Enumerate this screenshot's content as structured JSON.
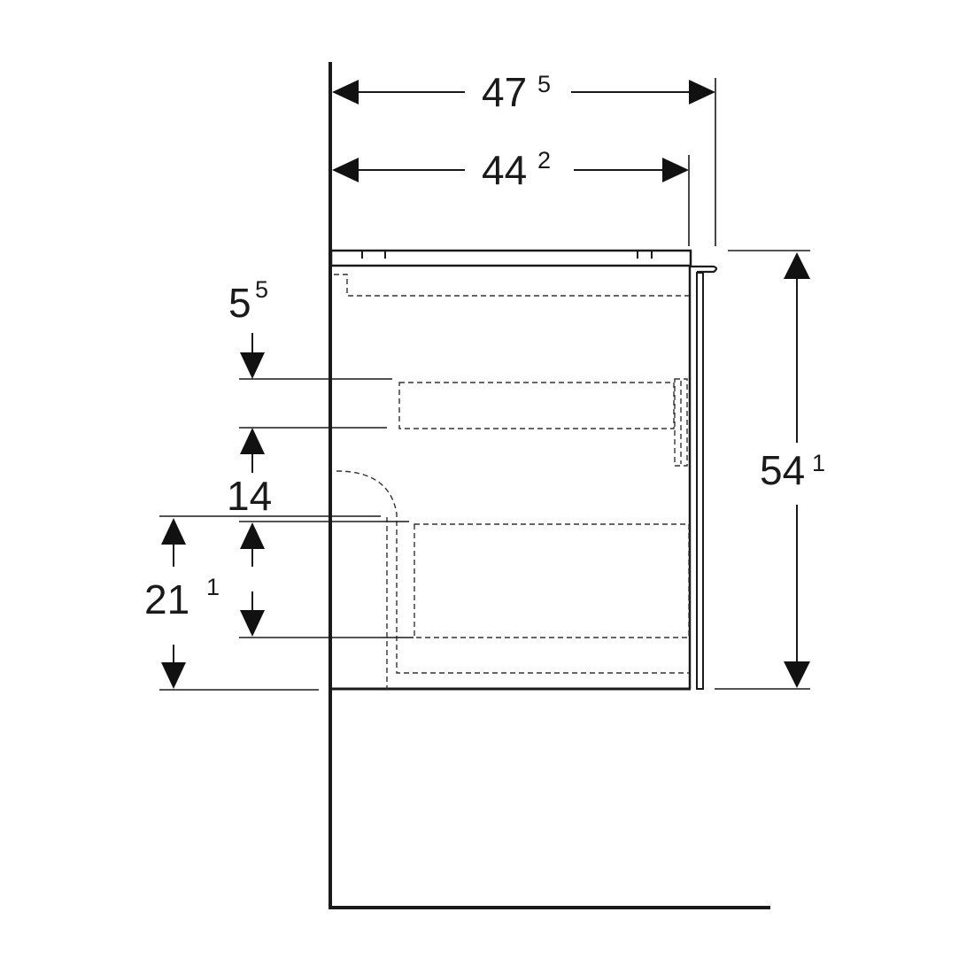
{
  "dimensions": {
    "total_depth": {
      "main": "47",
      "sup": "5"
    },
    "body_depth": {
      "main": "44",
      "sup": "2"
    },
    "height": {
      "main": "54",
      "sup": "1"
    },
    "top_offset": {
      "main": "5",
      "sup": "5"
    },
    "drawer_gap": {
      "main": "14",
      "sup": ""
    },
    "bottom_section": {
      "main": "21",
      "sup": "1"
    }
  }
}
